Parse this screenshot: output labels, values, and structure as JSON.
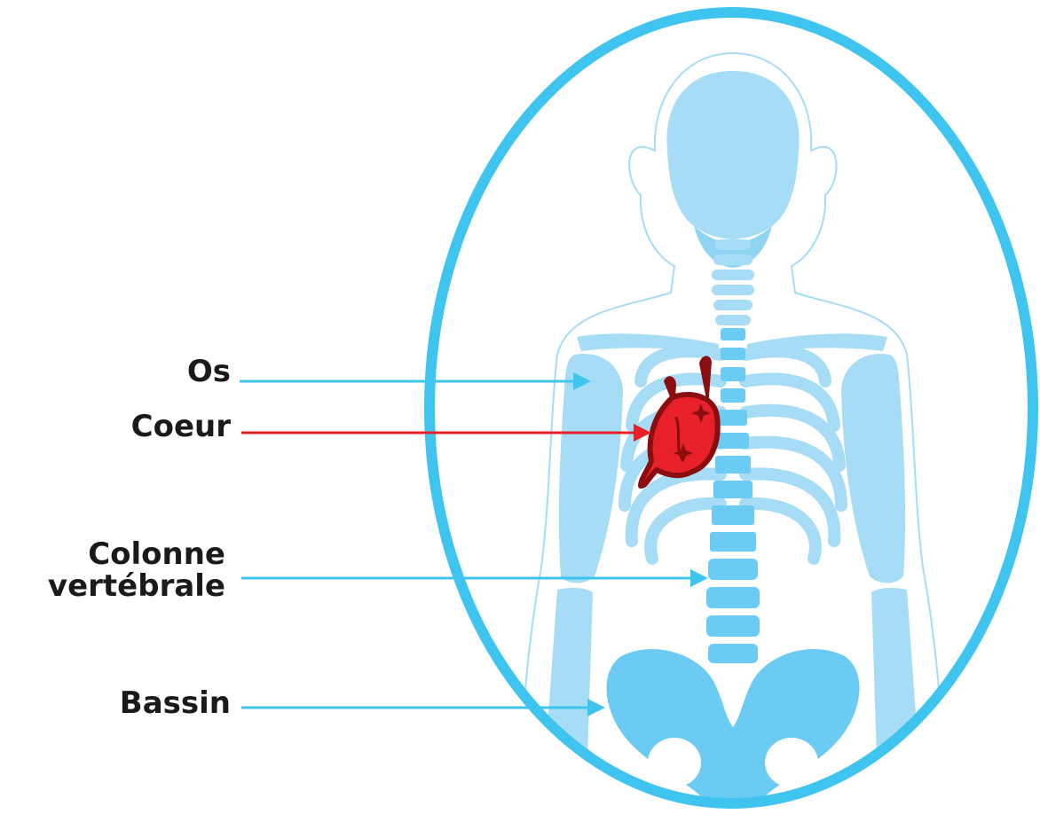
{
  "labels": {
    "os": "Os",
    "coeur": "Coeur",
    "colonne_line1": "Colonne",
    "colonne_line2": "vertébrale",
    "bassin": "Bassin"
  },
  "colors": {
    "frame": "#3fc4ef",
    "bone": "#a6dcf5",
    "bone_dark": "#6ccbf2",
    "heart": "#e8202a",
    "heart_dark": "#8a0e10",
    "pointer_blue": "#3fc4ef",
    "pointer_red": "#e8202a",
    "text": "#1a1a1a"
  },
  "icons": {
    "heart": "heart-icon",
    "skeleton": "skeleton-illustration"
  }
}
